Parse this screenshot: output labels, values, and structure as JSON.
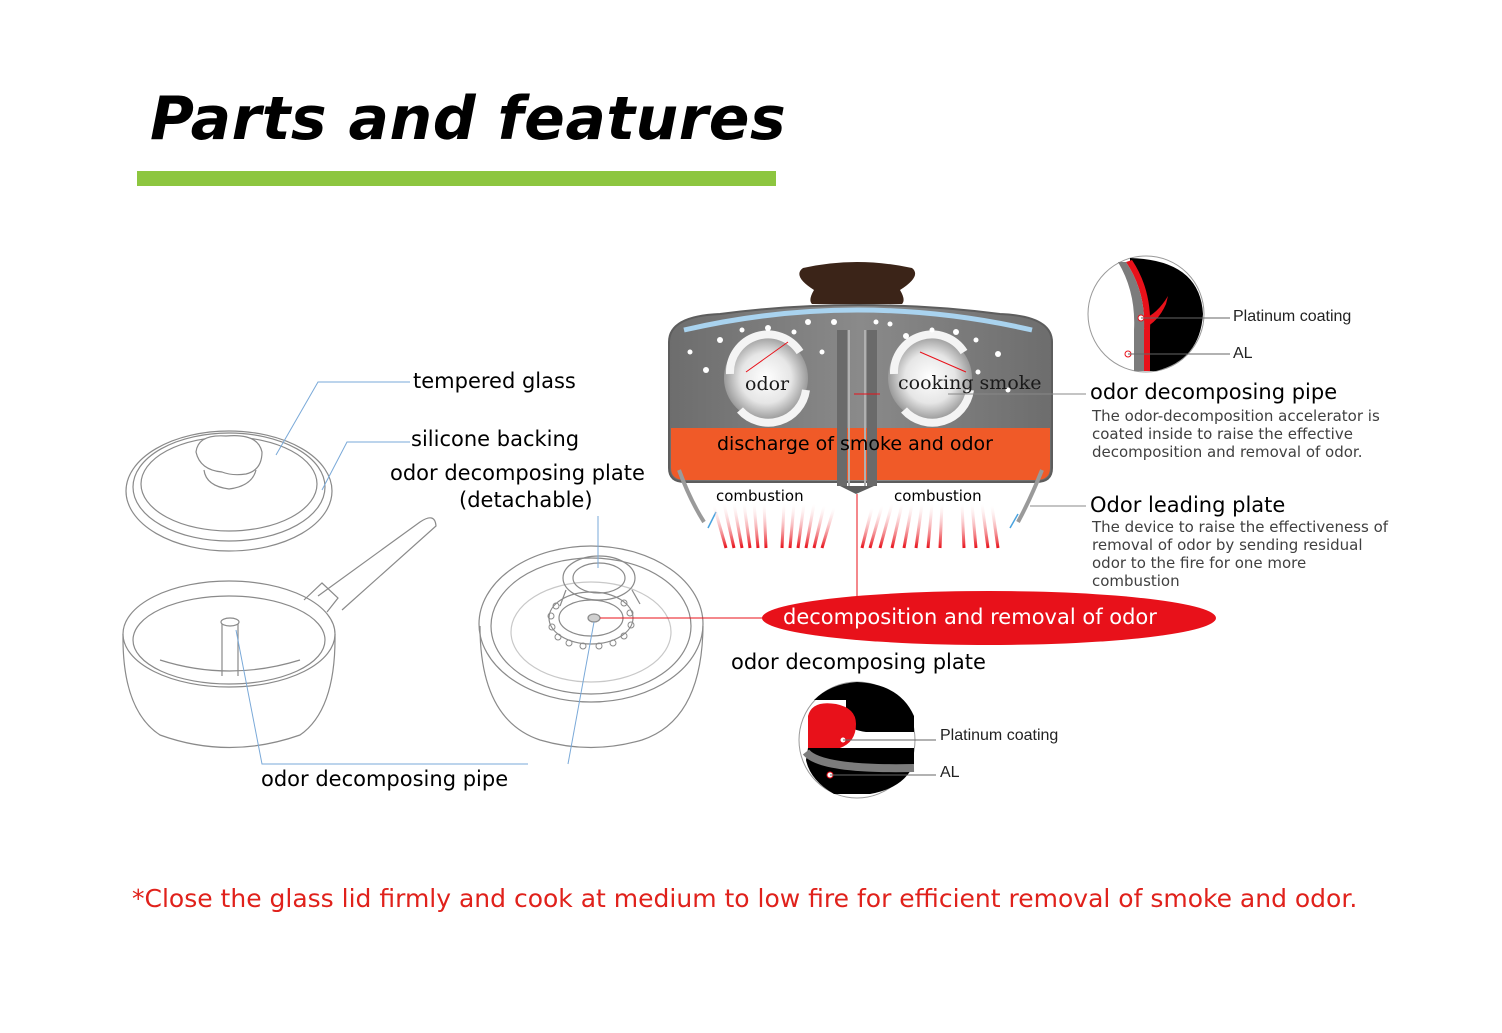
{
  "title": "Parts and features",
  "colors": {
    "accent_bar": "#8dc63f",
    "highlight_red": "#e8111a",
    "heat_orange": "#f05a28"
  },
  "left_labels": {
    "tempered_glass": "tempered glass",
    "silicone_backing": "silicone backing",
    "odor_plate_line1": "odor decomposing plate",
    "odor_plate_line2": "(detachable)",
    "odor_pipe": "odor decomposing pipe"
  },
  "cross_section": {
    "odor": "odor",
    "cooking_smoke": "cooking smoke",
    "discharge": "discharge of smoke and odor",
    "combustion_left": "combustion",
    "combustion_right": "combustion"
  },
  "callouts": {
    "top": {
      "coating": "Platinum coating",
      "base": "AL"
    },
    "bottom": {
      "coating": "Platinum coating",
      "base": "AL"
    }
  },
  "right_labels": {
    "pipe_heading": "odor decomposing pipe",
    "pipe_desc": "The odor-decomposition accelerator is coated inside to raise the effective decomposition and removal of odor.",
    "leading_heading": "Odor leading plate",
    "leading_desc": "The device to raise the effectiveness of removal of odor by sending residual odor to the fire for one more combustion"
  },
  "highlight": "decomposition and removal of odor",
  "plate_label": "odor decomposing plate",
  "bottom_note": "*Close the glass lid firmly and cook at medium to low fire for efficient removal of smoke and odor."
}
